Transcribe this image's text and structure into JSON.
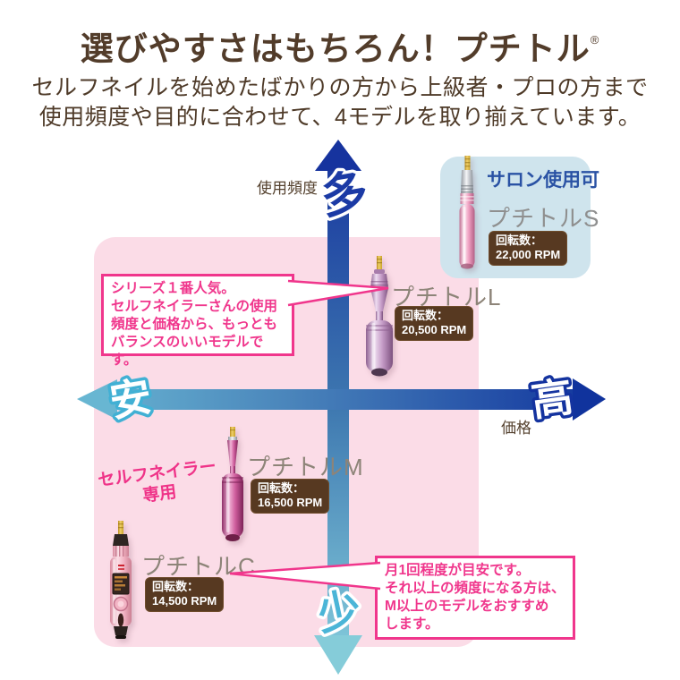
{
  "header": {
    "title": "選びやすさはもちろん！プチトル",
    "registered_mark": "®",
    "subtitle_lines": [
      "セルフネイルを始めたばかりの方から上級者・プロの方まで",
      "使用頻度や目的に合わせて、4モデルを取り揃えています。"
    ]
  },
  "axes": {
    "y_label": "使用頻度",
    "y_high": "多",
    "y_low": "少",
    "x_label": "価格",
    "x_low": "安",
    "x_high": "高"
  },
  "salon_badge": "サロン使用可",
  "rpm_caption": "回転数：",
  "products": [
    {
      "name": "プチトルS",
      "rpm": "22,000 RPM"
    },
    {
      "name": "プチトルL",
      "rpm": "20,500 RPM"
    },
    {
      "name": "プチトルM",
      "rpm": "16,500 RPM"
    },
    {
      "name": "プチトルC",
      "rpm": "14,500 RPM"
    }
  ],
  "self_nailer_note": {
    "line1": "セルフネイラー",
    "line2": "専用"
  },
  "callout_l": {
    "line1": "シリーズ１番人気。",
    "line2": "セルフネイラーさんの使用",
    "line3": "頻度と価格から、もっとも",
    "line4": "バランスのいいモデルです。"
  },
  "callout_c": {
    "line1": "月1回程度が目安です。",
    "line2": "それ以上の頻度になる方は、",
    "line3": "M以上のモデルをおすすめ",
    "line4": "します。"
  },
  "colors": {
    "accent_pink": "#f0368c",
    "panel_pink": "#fbdce7",
    "salon_box_blue": "#cfe4ed",
    "salon_text_blue": "#2a52a4",
    "arrow_dark_blue": "#10339d",
    "arrow_light_blue": "#68b6d2",
    "rpm_box_brown": "#573921",
    "title_brown": "#523c2a"
  },
  "chart_data": {
    "type": "scatter",
    "title": "プチトル 4モデル ポジショニングマップ",
    "xlabel": "価格 (安 → 高)",
    "ylabel": "使用頻度 (少 → 多)",
    "x_range_labels": [
      "安",
      "高"
    ],
    "y_range_labels": [
      "少",
      "多"
    ],
    "points": [
      {
        "name": "プチトルS",
        "rpm": "22,000 RPM",
        "x": 0.85,
        "y": 0.92,
        "note": "サロン使用可"
      },
      {
        "name": "プチトルL",
        "rpm": "20,500 RPM",
        "x": 0.58,
        "y": 0.68,
        "note": "シリーズ１番人気"
      },
      {
        "name": "プチトルM",
        "rpm": "16,500 RPM",
        "x": 0.32,
        "y": 0.35,
        "note": "セルフネイラー専用"
      },
      {
        "name": "プチトルC",
        "rpm": "14,500 RPM",
        "x": 0.08,
        "y": 0.14,
        "note": "月1回程度が目安"
      }
    ],
    "legend_position": "none",
    "grid": false
  }
}
